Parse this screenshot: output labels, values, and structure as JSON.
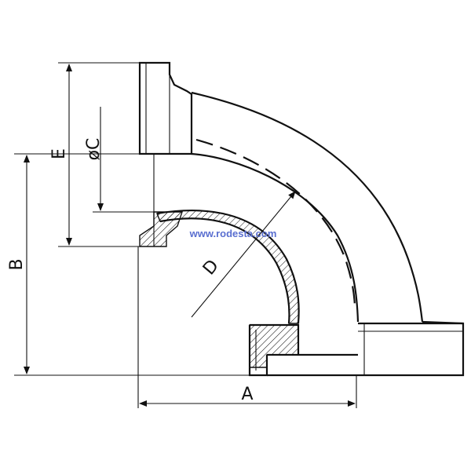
{
  "dimensions": {
    "a": "A",
    "b": "B",
    "c": "øC",
    "d": "D",
    "e": "E"
  },
  "watermark": "www.rodesta.com"
}
